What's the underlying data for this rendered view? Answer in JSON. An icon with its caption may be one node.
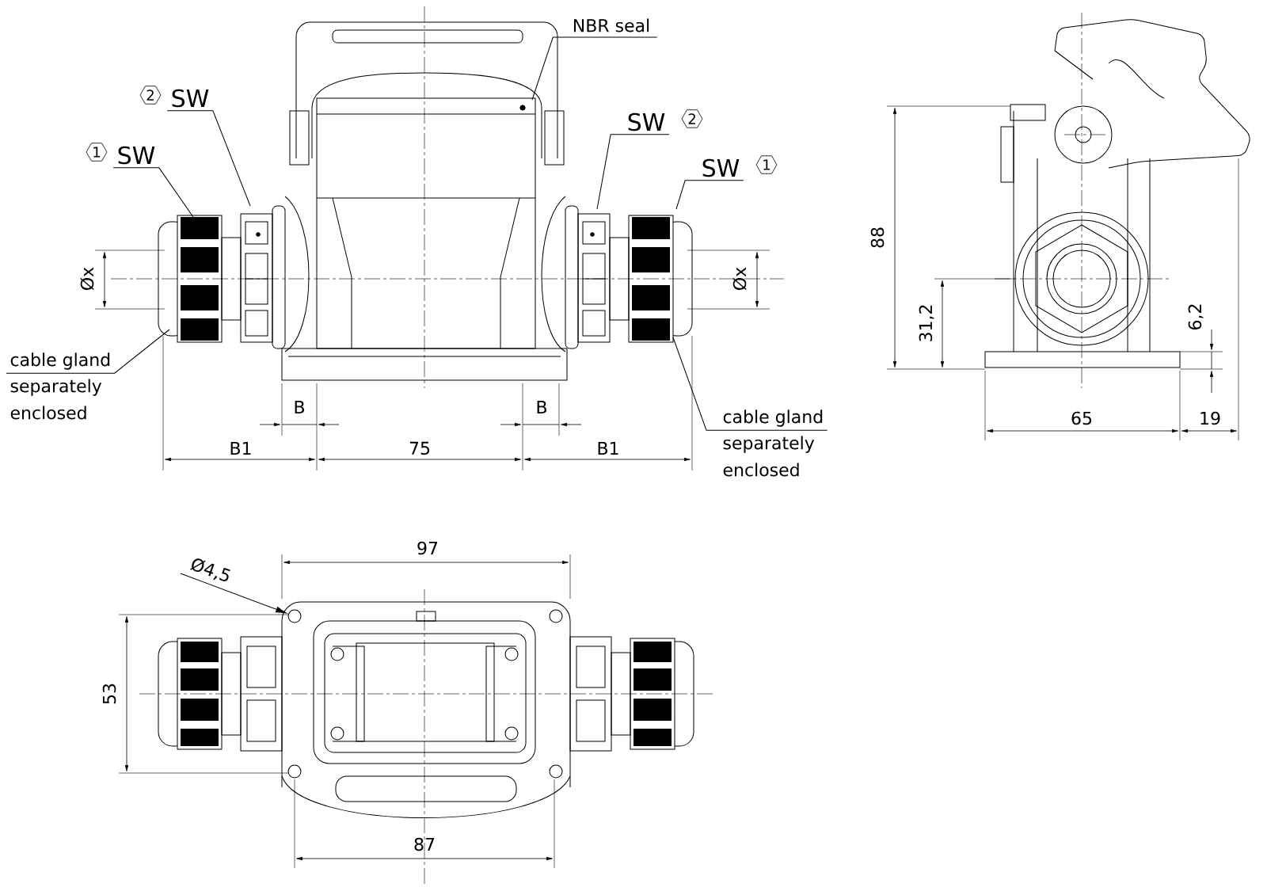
{
  "diagram": {
    "nodes": [
      {
        "text": [
          "NBR seal"
        ]
      },
      {
        "text": [
          "2",
          "SW"
        ]
      },
      {
        "text": [
          "1",
          "SW"
        ]
      },
      {
        "text": [
          "SW",
          "2"
        ]
      },
      {
        "text": [
          "SW",
          "1"
        ]
      },
      {
        "text": [
          "cable gland",
          "separately enclosed"
        ]
      },
      {
        "text": [
          "cable gland",
          "separately enclosed"
        ]
      },
      {
        "text": [
          "Ø4,5"
        ]
      },
      {
        "text": [],
        "shape": "circle"
      }
    ],
    "edges": [
      {
        "from": 0,
        "to": null,
        "arrow": "none"
      },
      {
        "from": 1,
        "to": null,
        "arrow": "none"
      },
      {
        "from": 2,
        "to": null,
        "arrow": "none"
      },
      {
        "from": 3,
        "to": null,
        "arrow": "none"
      },
      {
        "from": 4,
        "to": null,
        "arrow": "none"
      },
      {
        "from": 5,
        "to": null,
        "arrow": "none"
      },
      {
        "from": 6,
        "to": null,
        "arrow": "none"
      },
      {
        "from": 7,
        "to": 8,
        "arrow": "to"
      }
    ],
    "labels": [
      "Øx",
      "Øx",
      "B",
      "B",
      "B1",
      "75",
      "B1",
      "88",
      "31,2",
      "6,2",
      "65",
      "19",
      "97",
      "53",
      "87"
    ]
  }
}
